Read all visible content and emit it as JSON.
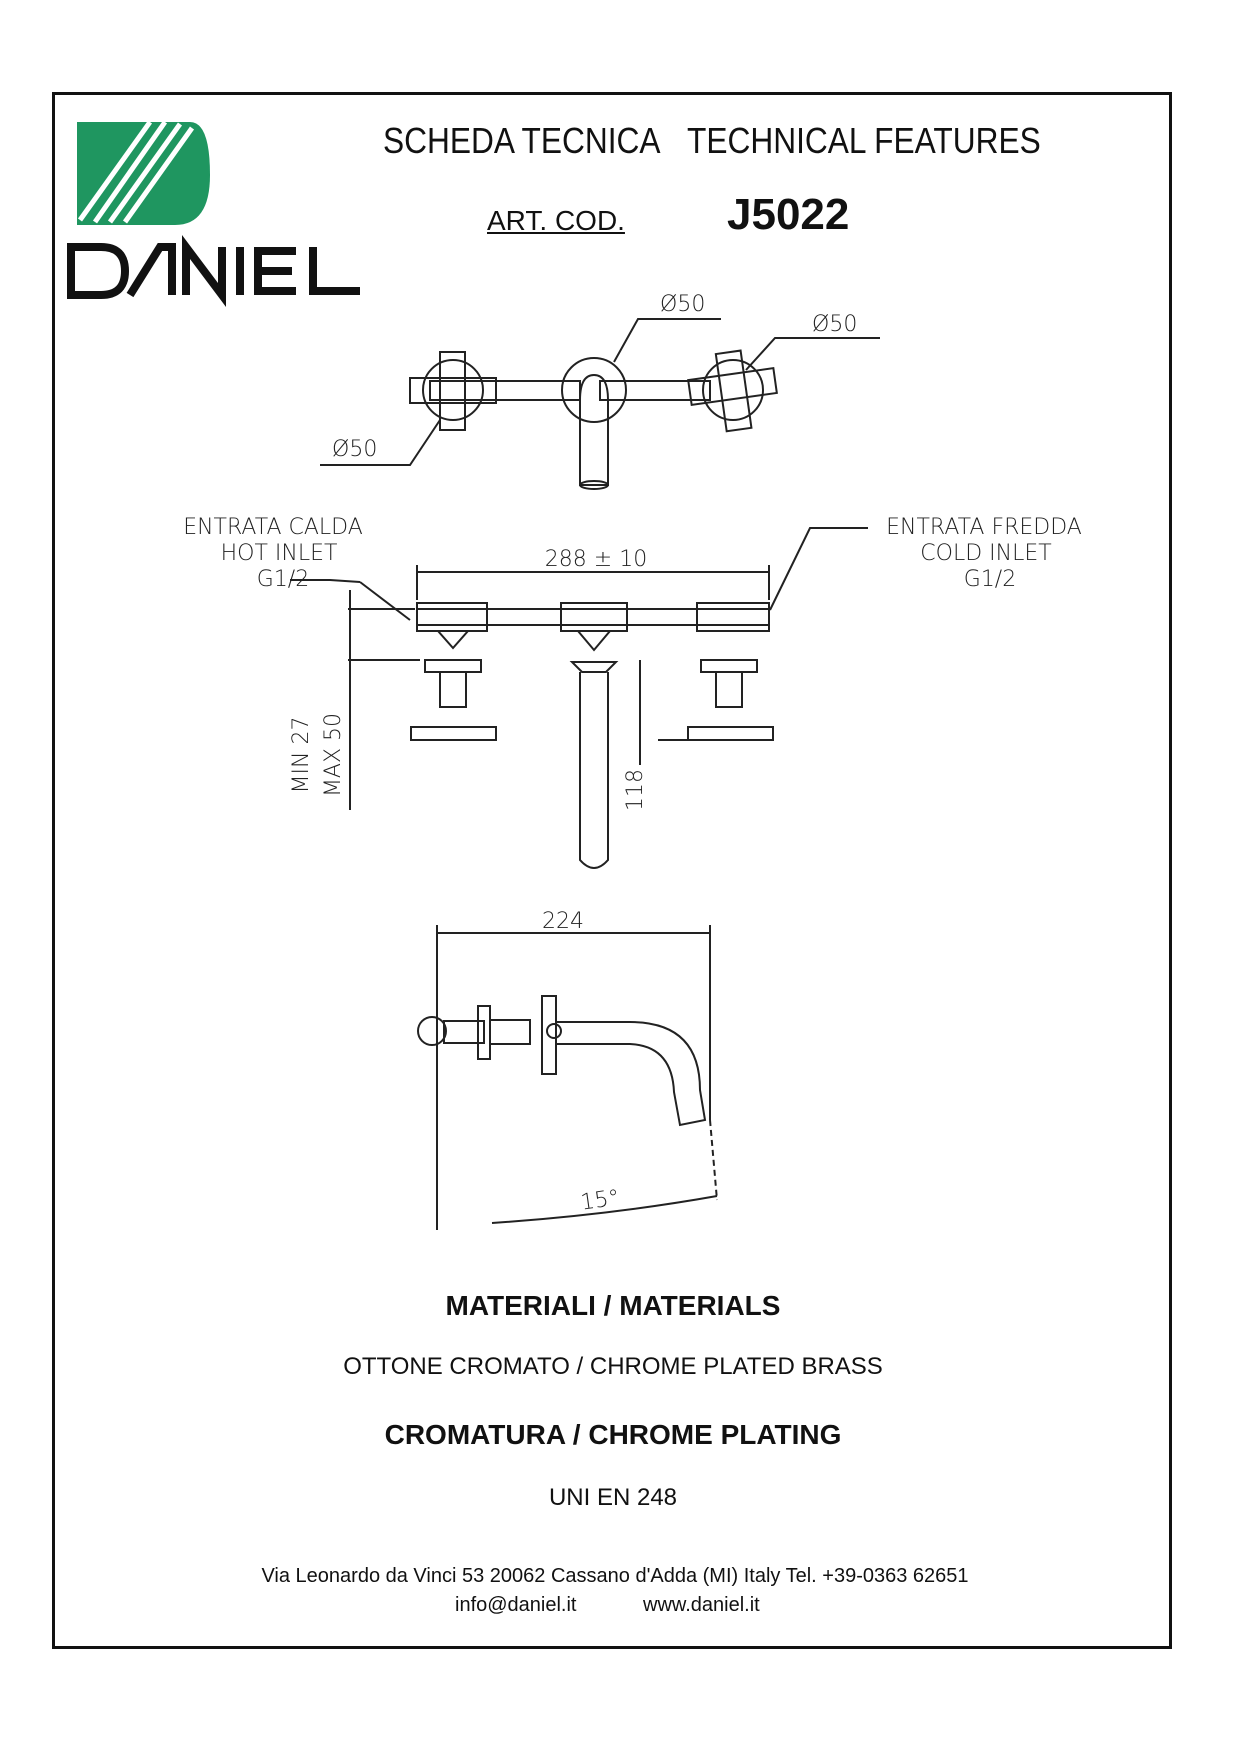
{
  "logo": {
    "text": "DANIEL",
    "green": "#1f9660"
  },
  "header": {
    "title_it": "SCHEDA TECNICA",
    "title_en": "TECHNICAL FEATURES",
    "art_label": "ART. COD.",
    "art_code": "J5022"
  },
  "drawing": {
    "diameter_top_center": "Ø50",
    "diameter_top_right": "Ø50",
    "diameter_top_left": "Ø50",
    "hot_inlet": [
      "ENTRATA CALDA",
      "HOT INLET",
      "G1/2"
    ],
    "cold_inlet": [
      "ENTRATA FREDDA",
      "COLD INLET",
      "G1/2"
    ],
    "width_dim": "288 ± 10",
    "wall_min": "MIN  27",
    "wall_max": "MAX  50",
    "height_dim": "118",
    "projection_dim": "224",
    "angle_dim": "15°"
  },
  "materials": {
    "heading": "MATERIALI / MATERIALS",
    "value": "OTTONE CROMATO  / CHROME PLATED BRASS"
  },
  "plating": {
    "heading": "CROMATURA / CHROME PLATING",
    "value": "UNI EN 248"
  },
  "footer": {
    "address": "Via Leonardo da Vinci 53    20062 Cassano d'Adda (MI) Italy Tel. +39-0363 62651",
    "email": "info@daniel.it",
    "website": "www.daniel.it"
  }
}
